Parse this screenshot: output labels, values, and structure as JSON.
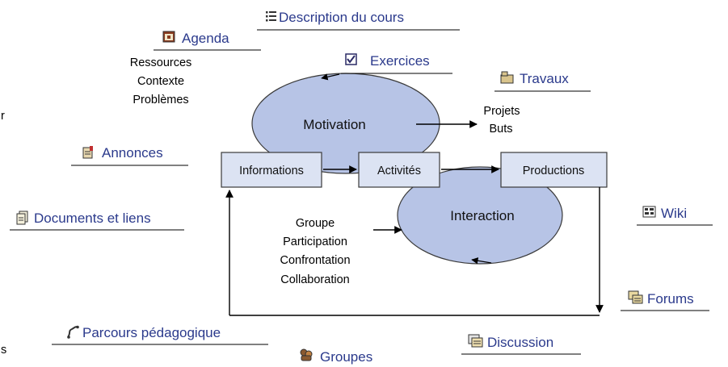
{
  "colors": {
    "ellipse_fill": "#b7c4e6",
    "ellipse_stroke": "#3a3a3a",
    "box_fill": "#dce3f3",
    "box_stroke": "#3a3a3a",
    "link_text": "#2b3a8c",
    "arrow": "#000000"
  },
  "cycles": {
    "motivation": "Motivation",
    "interaction": "Interaction"
  },
  "boxes": {
    "informations": "Informations",
    "activites": "Activités",
    "productions": "Productions"
  },
  "labels": {
    "ressources": "Ressources",
    "contexte": "Contexte",
    "problemes": "Problèmes",
    "projets": "Projets",
    "buts": "Buts",
    "groupe": "Groupe",
    "participation": "Participation",
    "confrontation": "Confrontation",
    "collaboration": "Collaboration",
    "edge_left_top": "r",
    "edge_left_bottom": "s"
  },
  "links": {
    "description": {
      "label": "Description du cours",
      "icon": "list-icon"
    },
    "agenda": {
      "label": "Agenda",
      "icon": "calendar-icon"
    },
    "exercices": {
      "label": "Exercices",
      "icon": "checkbox-icon"
    },
    "travaux": {
      "label": "Travaux",
      "icon": "folder-icon"
    },
    "annonces": {
      "label": "Annonces",
      "icon": "announcement-icon"
    },
    "documents": {
      "label": "Documents et liens",
      "icon": "documents-icon"
    },
    "wiki": {
      "label": "Wiki",
      "icon": "wiki-icon"
    },
    "forums": {
      "label": "Forums",
      "icon": "forum-icon"
    },
    "parcours": {
      "label": "Parcours pédagogique",
      "icon": "path-icon"
    },
    "discussion": {
      "label": "Discussion",
      "icon": "discussion-icon"
    },
    "groupes": {
      "label": "Groupes",
      "icon": "group-icon"
    }
  }
}
